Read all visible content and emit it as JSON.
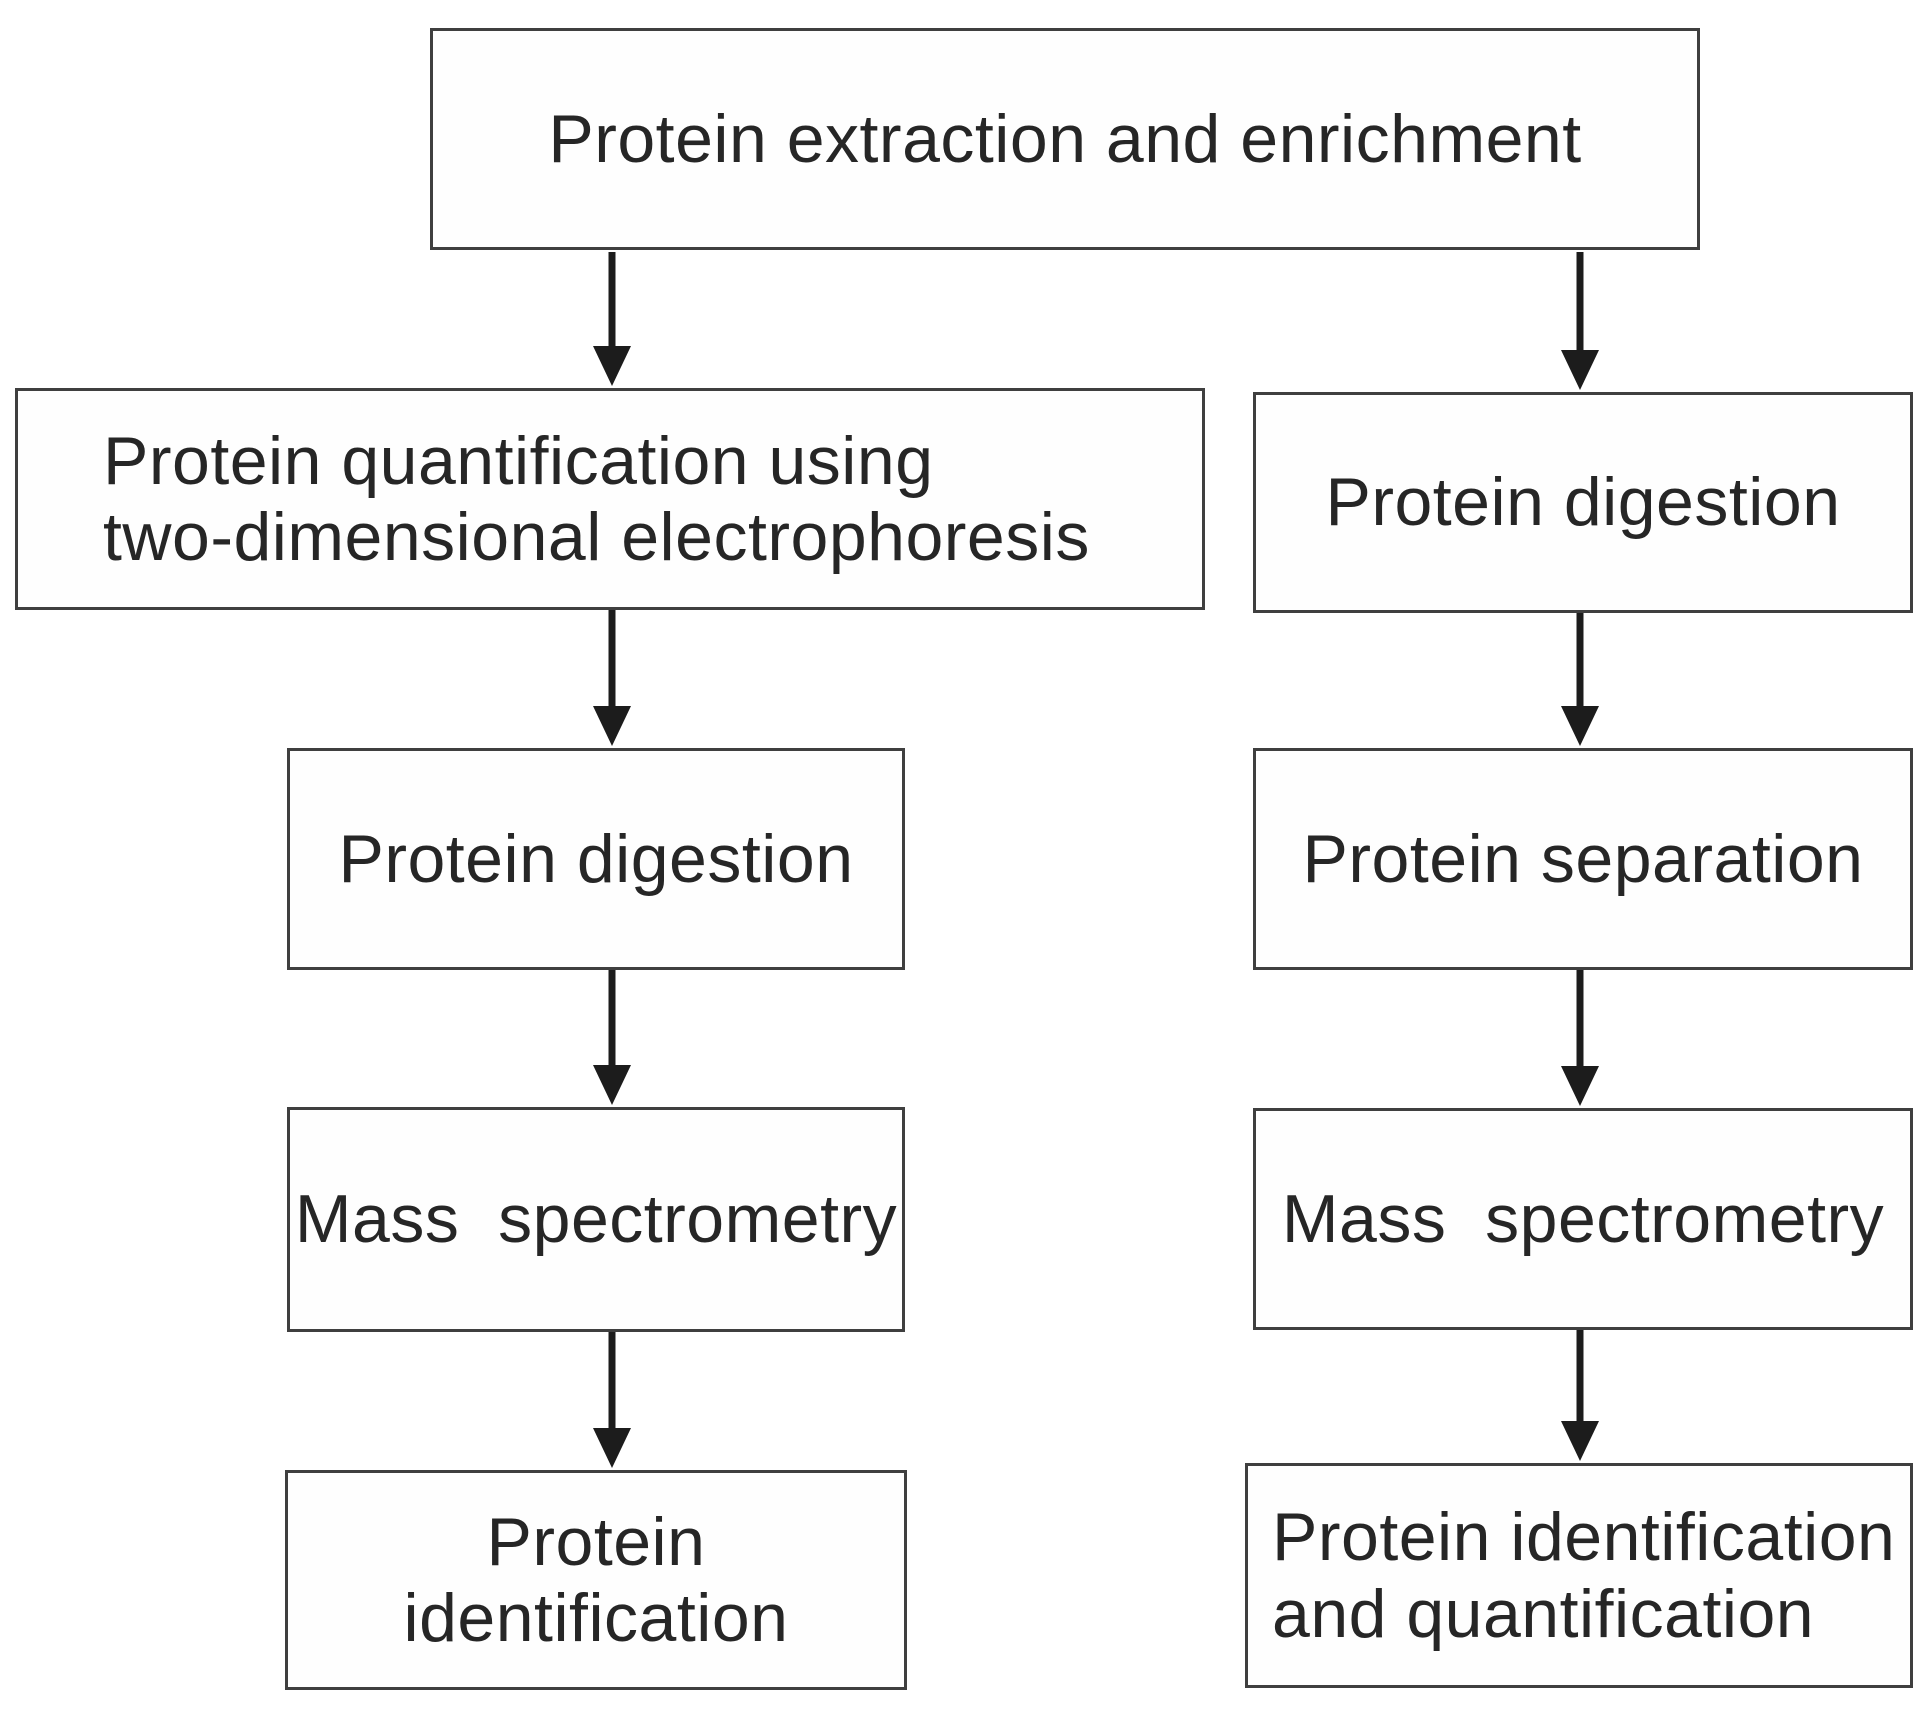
{
  "figure": {
    "background": "#ffffff",
    "text_color": "#262626",
    "border_color": "#3f3f3f",
    "arrow_color": "#1c1c1c"
  },
  "flowchart": {
    "root": {
      "label": "Protein extraction and enrichment"
    },
    "left_branch": [
      {
        "label": "Protein quantification using\ntwo-dimensional electrophoresis"
      },
      {
        "label": "Protein digestion"
      },
      {
        "label": "Mass  spectrometry"
      },
      {
        "label": "Protein identification"
      }
    ],
    "right_branch": [
      {
        "label": "Protein digestion"
      },
      {
        "label": "Protein separation"
      },
      {
        "label": "Mass  spectrometry"
      },
      {
        "label": "Protein identification\nand quantification"
      }
    ],
    "edges": [
      {
        "from": "Protein extraction and enrichment",
        "to": "Protein quantification using two-dimensional electrophoresis"
      },
      {
        "from": "Protein quantification using two-dimensional electrophoresis",
        "to": "Protein digestion (left)"
      },
      {
        "from": "Protein digestion (left)",
        "to": "Mass spectrometry (left)"
      },
      {
        "from": "Mass spectrometry (left)",
        "to": "Protein identification"
      },
      {
        "from": "Protein extraction and enrichment",
        "to": "Protein digestion (right)"
      },
      {
        "from": "Protein digestion (right)",
        "to": "Protein separation"
      },
      {
        "from": "Protein separation",
        "to": "Mass spectrometry (right)"
      },
      {
        "from": "Mass spectrometry (right)",
        "to": "Protein identification and quantification"
      }
    ]
  }
}
